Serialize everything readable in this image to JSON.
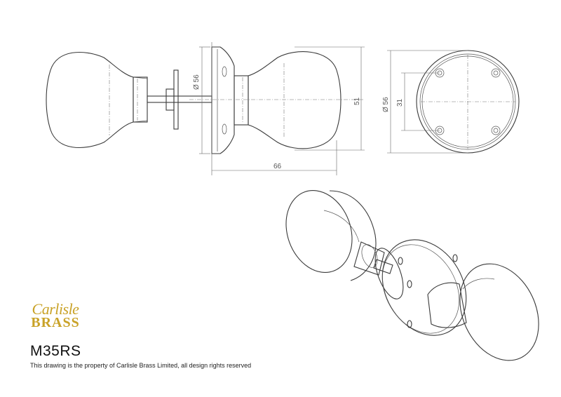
{
  "dimensions": {
    "diameter_side": "Ø 56",
    "height": "51",
    "length": "66",
    "diameter_front": "Ø 56",
    "hole_spacing": "31"
  },
  "brand": {
    "line1": "Carlisle",
    "line2": "BRASS",
    "color": "#c9a227"
  },
  "model": "M35RS",
  "footer": "This drawing is the property of Carlisle Brass Limited, all design rights reserved"
}
